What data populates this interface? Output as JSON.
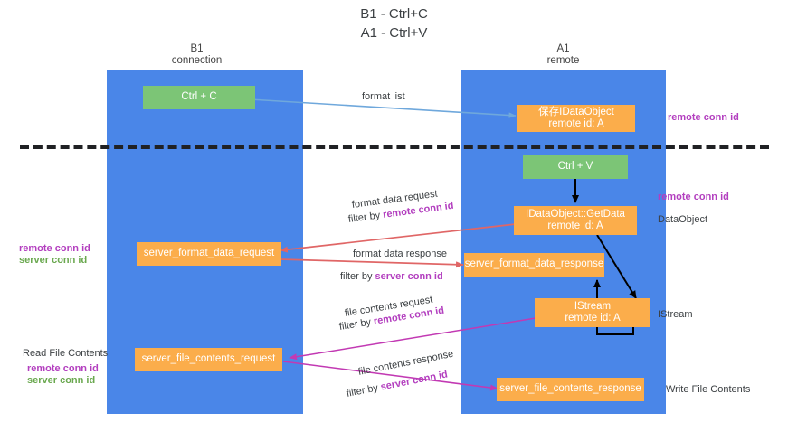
{
  "title": {
    "line1": "B1 - Ctrl+C",
    "line2": "A1 - Ctrl+V"
  },
  "lanes": [
    {
      "id": "b1",
      "name": "B1",
      "role": "connection"
    },
    {
      "id": "a1",
      "name": "A1",
      "role": "remote"
    }
  ],
  "colors": {
    "lane": "#4a86e8",
    "green_box": "#7cc576",
    "orange_box": "#fbad4b",
    "purple_text": "#b33fbf",
    "green_text": "#6aa84f",
    "blue_arrow": "#6fa8dc",
    "red_arrow": "#e06666",
    "magenta_arrow": "#c239b3",
    "black_arrow": "#000000",
    "divider": "#202124"
  },
  "boxes": {
    "ctrl_c": "Ctrl + C",
    "ctrl_v": "Ctrl + V",
    "save_dataobject_line1": "保存IDataObject",
    "save_dataobject_line2": "remote id: A",
    "getdata_line1": "IDataObject::GetData",
    "getdata_line2": "remote id: A",
    "istream_line1": "IStream",
    "istream_line2": "remote id: A",
    "server_format_data_request": "server_format_data_request",
    "server_format_data_response": "server_format_data_response",
    "server_file_contents_request": "server_file_contents_request",
    "server_file_contents_response": "server_file_contents_response"
  },
  "edge_labels": {
    "format_list": "format list",
    "format_data_request": "format data request",
    "format_data_request_filter_prefix": "filter by ",
    "format_data_request_filter_key": "remote conn id",
    "format_data_response": "format data response",
    "format_data_response_filter_prefix": "filter by ",
    "format_data_response_filter_key": "server conn id",
    "file_contents_request": "file contents request",
    "file_contents_request_filter_prefix": "filter by ",
    "file_contents_request_filter_key": "remote conn id",
    "file_contents_response": "file contents response",
    "file_contents_response_filter_prefix": "filter by ",
    "file_contents_response_filter_key": "server conn id"
  },
  "annotations": {
    "right_remote_conn_id_top": "remote conn id",
    "right_remote_conn_id_mid": "remote conn id",
    "right_dataobject": "DataObject",
    "right_istream": "IStream",
    "right_write_file_contents": "Write File Contents",
    "left_remote_conn_id": "remote conn id",
    "left_server_conn_id": "server conn id",
    "left_read_file_contents": "Read File Contents",
    "left_remote_conn_id_2": "remote conn id",
    "left_server_conn_id_2": "server conn id"
  }
}
